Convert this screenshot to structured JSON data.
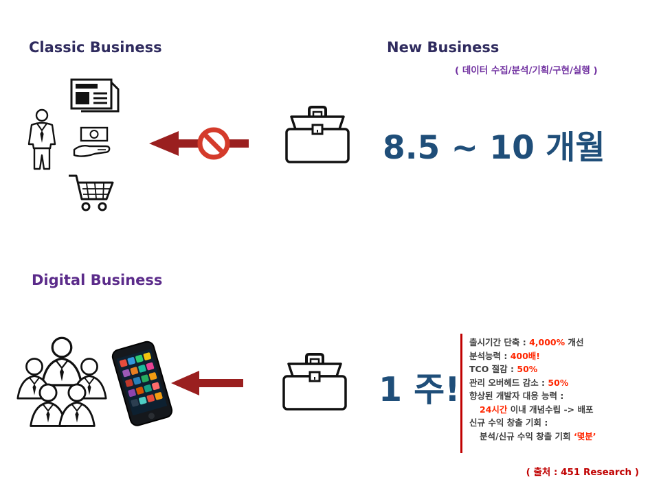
{
  "colors": {
    "heading_classic": "#2f2b5e",
    "heading_new": "#2f2b5e",
    "heading_digital": "#5b2b8a",
    "subtitle_purple": "#7030a0",
    "duration_blue": "#1f4e79",
    "arrow_red": "#9a1f1f",
    "prohibit_red": "#d43b2b",
    "highlight_red": "#ff2600",
    "text_dark": "#3d3d3d",
    "divider_red": "#c00000",
    "source_red": "#c00000"
  },
  "sections": {
    "classic": {
      "title": "Classic Business"
    },
    "new": {
      "title": "New Business",
      "subtitle": "( 데이터 수집/분석/기획/구현/실행 )",
      "duration": "8.5 ~ 10 개월"
    },
    "digital": {
      "title": "Digital Business",
      "duration": "1 주!"
    }
  },
  "benefits": [
    {
      "indent": false,
      "segments": [
        {
          "text": "출시기간 단축 : ",
          "red": false
        },
        {
          "text": "4,000%",
          "red": true
        },
        {
          "text": " 개선",
          "red": false
        }
      ]
    },
    {
      "indent": false,
      "segments": [
        {
          "text": "분석능력 : ",
          "red": false
        },
        {
          "text": "400배!",
          "red": true
        }
      ]
    },
    {
      "indent": false,
      "segments": [
        {
          "text": "TCO 절감 : ",
          "red": false
        },
        {
          "text": "50%",
          "red": true
        }
      ]
    },
    {
      "indent": false,
      "segments": [
        {
          "text": "관리 오버헤드 감소 : ",
          "red": false
        },
        {
          "text": "50%",
          "red": true
        }
      ]
    },
    {
      "indent": false,
      "segments": [
        {
          "text": "향상된 개발자 대응 능력 :",
          "red": false
        }
      ]
    },
    {
      "indent": true,
      "segments": [
        {
          "text": "24시간",
          "red": true
        },
        {
          "text": " 이내 개념수립 -> 배포",
          "red": false
        }
      ]
    },
    {
      "indent": false,
      "segments": [
        {
          "text": "신규 수익 창출 기회 :",
          "red": false
        }
      ]
    },
    {
      "indent": true,
      "segments": [
        {
          "text": "분석/신규 수익 창출 기회 ",
          "red": false
        },
        {
          "text": "‘몇분’",
          "red": true
        }
      ]
    }
  ],
  "source": "( 출처 : 451 Research )",
  "icons": {
    "businessman": "line-drawn man in suit",
    "newspaper": "folded newspaper",
    "money_hand": "hand holding cash",
    "shopping_cart": "shopping cart",
    "no_entry": "red prohibition circle with slash",
    "arrow_left": "thick dark-red left-pointing arrow",
    "briefcase": "outlined briefcase",
    "people_group": "group of businessmen",
    "smartphone": "smartphone with colorful app grid"
  }
}
